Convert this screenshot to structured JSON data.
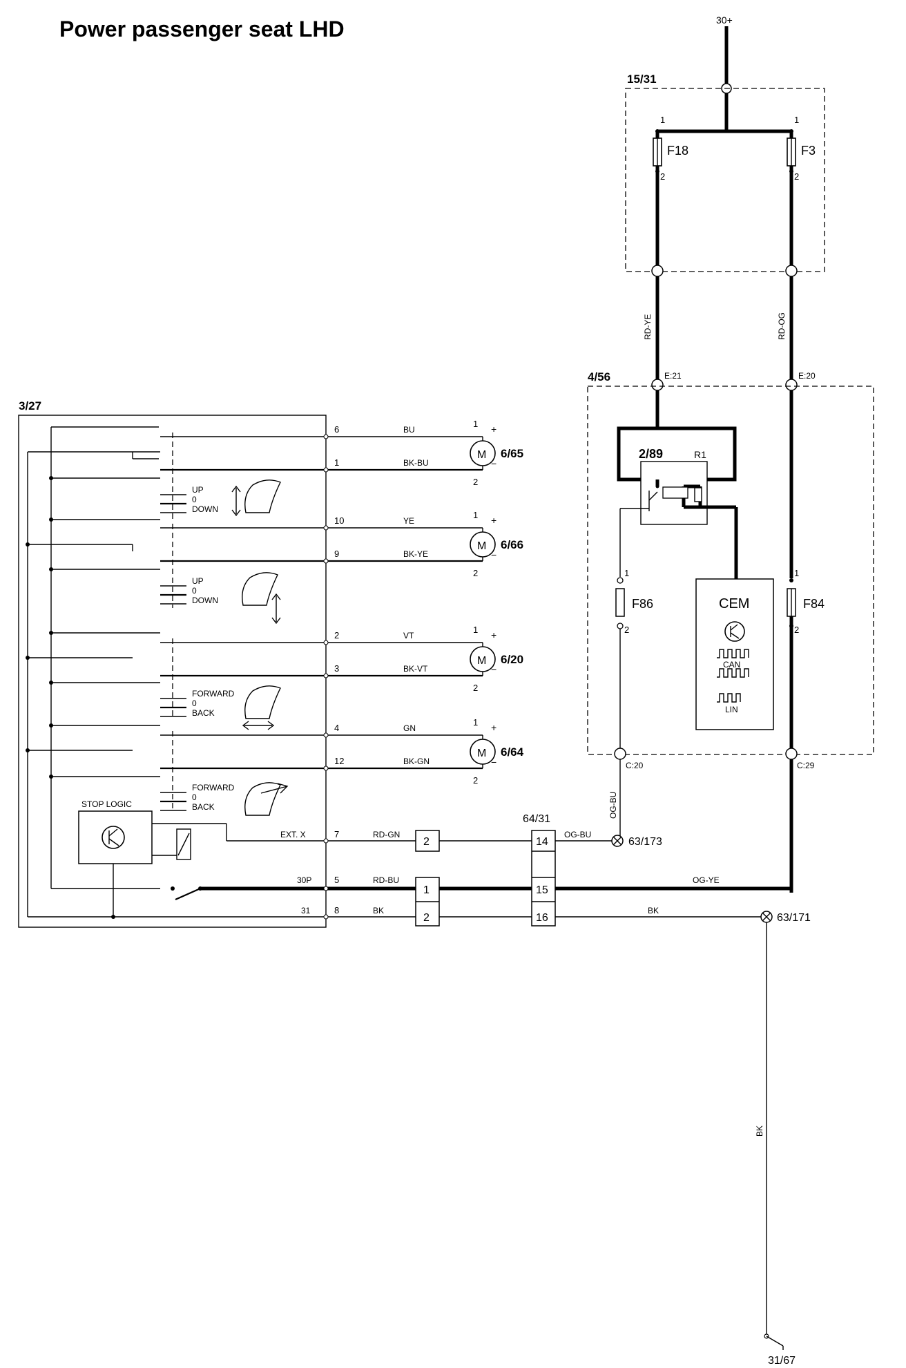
{
  "title": "Power passenger seat LHD",
  "supply": "30+",
  "fuse_box": {
    "id": "15/31",
    "fuses": [
      {
        "name": "F18",
        "pin_in": "1",
        "pin_out": "2",
        "wire": "RD-YE",
        "conn": "E:21"
      },
      {
        "name": "F3",
        "pin_in": "1",
        "pin_out": "2",
        "wire": "RD-OG",
        "conn": "E:20"
      }
    ]
  },
  "cem_box": {
    "id": "4/56",
    "relay_id": "2/89",
    "relay_name": "R1",
    "cem_label": "CEM",
    "can_label": "CAN",
    "lin_label": "LIN",
    "fuses": [
      {
        "name": "F86",
        "pin_in": "1",
        "pin_out": "2"
      },
      {
        "name": "F84",
        "pin_in": "1",
        "pin_out": "2"
      }
    ],
    "conn_out": [
      "C:20",
      "C:29"
    ]
  },
  "seat_module": {
    "id": "3/27",
    "stop_logic": "STOP LOGIC",
    "controls": [
      {
        "pos": [
          "UP",
          "0",
          "DOWN"
        ]
      },
      {
        "pos": [
          "UP",
          "0",
          "DOWN"
        ]
      },
      {
        "pos": [
          "FORWARD",
          "0",
          "BACK"
        ]
      },
      {
        "pos": [
          "FORWARD",
          "0",
          "BACK"
        ]
      }
    ],
    "terminals": [
      "EXT. X",
      "30P",
      "31"
    ]
  },
  "motors": [
    {
      "id": "6/65",
      "pin_a": "6",
      "wire_a": "BU",
      "pin_b": "1",
      "wire_b": "BK-BU",
      "t1": "1",
      "t2": "2"
    },
    {
      "id": "6/66",
      "pin_a": "10",
      "wire_a": "YE",
      "pin_b": "9",
      "wire_b": "BK-YE",
      "t1": "1",
      "t2": "2"
    },
    {
      "id": "6/20",
      "pin_a": "2",
      "wire_a": "VT",
      "pin_b": "3",
      "wire_b": "BK-VT",
      "t1": "1",
      "t2": "2"
    },
    {
      "id": "6/64",
      "pin_a": "4",
      "wire_a": "GN",
      "pin_b": "12",
      "wire_b": "BK-GN",
      "t1": "1",
      "t2": "2"
    }
  ],
  "bottom_lines": [
    {
      "pin": "7",
      "wire": "RD-GN",
      "inline": "2",
      "conn_pin": "14",
      "wire2": "OG-BU"
    },
    {
      "pin": "5",
      "wire": "RD-BU",
      "inline": "1",
      "conn_pin": "15",
      "wire2": "OG-YE"
    },
    {
      "pin": "8",
      "wire": "BK",
      "inline": "2",
      "conn_pin": "16",
      "wire2": "BK"
    }
  ],
  "connector": "64/31",
  "ground_points": [
    "63/173",
    "63/171"
  ],
  "ground_wire": "BK",
  "vertical_wire_cem": "OG-BU",
  "ground_end": "31/67"
}
